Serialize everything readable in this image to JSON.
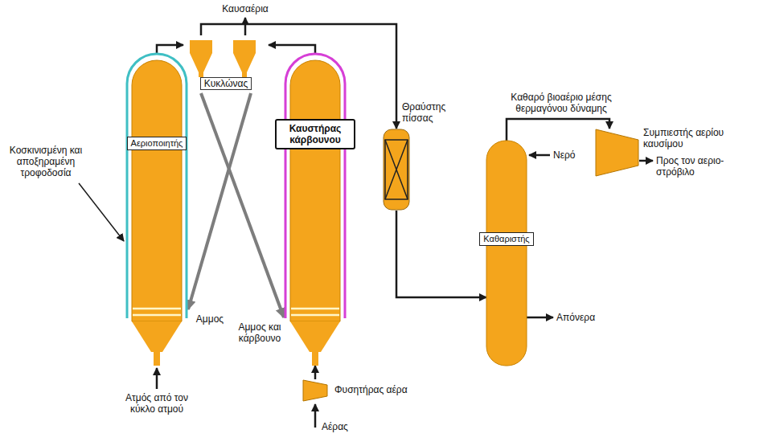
{
  "diagram": {
    "nodes": [
      {
        "text": [
          "Αεριοποιητής"
        ]
      },
      {
        "text": [
          "Κυκλώνας"
        ]
      },
      {
        "text": [
          "Καυστήρας κάρβουνου"
        ]
      },
      {
        "text": [
          "Φυσητήρας αέρα"
        ]
      },
      {
        "text": [
          "Θραύστης πίσσας"
        ]
      },
      {
        "text": [
          "Καθαριστής"
        ]
      },
      {
        "text": [
          "Συμπιεστής αερίου καυσίμου"
        ]
      }
    ],
    "edges": [
      {
        "from": 0,
        "to": 1,
        "arrow": "to"
      },
      {
        "from": 2,
        "to": 1,
        "arrow": "to"
      },
      {
        "from": 1,
        "to": 0,
        "label": "Αμμος",
        "arrow": "to"
      },
      {
        "from": 1,
        "to": 2,
        "label": "Αμμος και κάρβουνο",
        "arrow": "to"
      },
      {
        "from": 1,
        "to": 4,
        "arrow": "to"
      },
      {
        "from": 4,
        "to": 5,
        "arrow": "to"
      },
      {
        "from": 5,
        "to": 6,
        "arrow": "to"
      },
      {
        "from": 3,
        "to": 2,
        "arrow": "to"
      }
    ],
    "labels": [
      "Καυσαέρια",
      "Κοσκινισμένη και αποξηραμένη τροφοδοσία",
      "Ατμός από τον κύκλο ατμού",
      "Αέρας",
      "Καθαρό βιοαέριο μέσης θερμαγόνου δύναμης",
      "Νερό",
      "Προς τον αεριο- στρόβιλο",
      "Απόνερα"
    ]
  }
}
